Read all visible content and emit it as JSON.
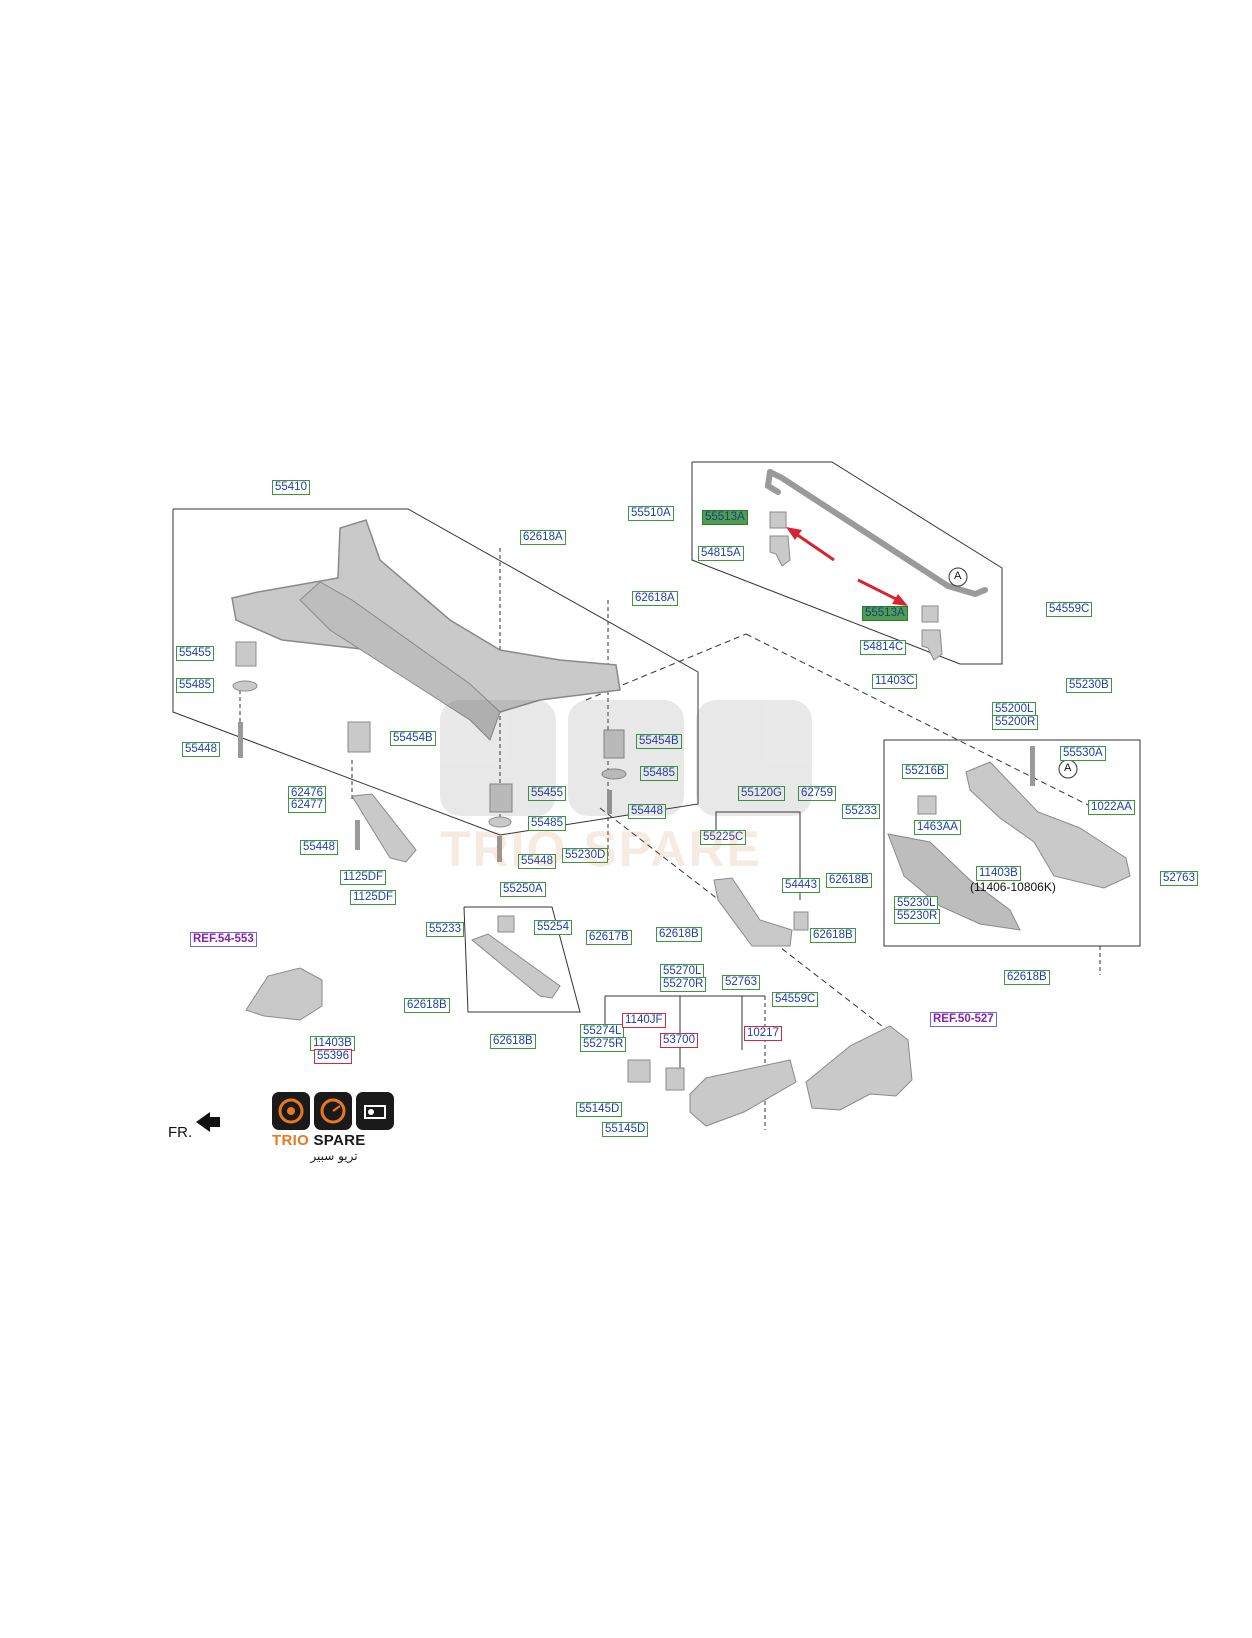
{
  "labels": [
    {
      "id": "55410",
      "text": "55410"
    },
    {
      "id": "55510A",
      "text": "55510A"
    },
    {
      "id": "55513A-1",
      "text": "55513A",
      "hl": true
    },
    {
      "id": "54815A",
      "text": "54815A"
    },
    {
      "id": "55513A-2",
      "text": "55513A",
      "hl": true
    },
    {
      "id": "54814C",
      "text": "54814C"
    },
    {
      "id": "11403C",
      "text": "11403C"
    },
    {
      "id": "54559C-1",
      "text": "54559C"
    },
    {
      "id": "62618A-1",
      "text": "62618A"
    },
    {
      "id": "62618A-2",
      "text": "62618A"
    },
    {
      "id": "55455-1",
      "text": "55455"
    },
    {
      "id": "55485-1",
      "text": "55485"
    },
    {
      "id": "55448-1",
      "text": "55448"
    },
    {
      "id": "55454B-1",
      "text": "55454B"
    },
    {
      "id": "55454B-2",
      "text": "55454B"
    },
    {
      "id": "55485-2",
      "text": "55485"
    },
    {
      "id": "55455-2",
      "text": "55455"
    },
    {
      "id": "55485-3",
      "text": "55485"
    },
    {
      "id": "55448-2",
      "text": "55448"
    },
    {
      "id": "55448-3",
      "text": "55448"
    },
    {
      "id": "55230D",
      "text": "55230D"
    },
    {
      "id": "62476",
      "text": "62476"
    },
    {
      "id": "62477",
      "text": "62477"
    },
    {
      "id": "55448-4",
      "text": "55448"
    },
    {
      "id": "1125DF-1",
      "text": "1125DF"
    },
    {
      "id": "1125DF-2",
      "text": "1125DF"
    },
    {
      "id": "55250A",
      "text": "55250A"
    },
    {
      "id": "55254",
      "text": "55254"
    },
    {
      "id": "55233-1",
      "text": "55233"
    },
    {
      "id": "62617B",
      "text": "62617B"
    },
    {
      "id": "62618B-1",
      "text": "62618B"
    },
    {
      "id": "62618B-2",
      "text": "62618B"
    },
    {
      "id": "REF54",
      "text": "REF.54-553",
      "ref": true
    },
    {
      "id": "11403B-1",
      "text": "11403B"
    },
    {
      "id": "55396",
      "text": "55396",
      "red": true
    },
    {
      "id": "55120G",
      "text": "55120G"
    },
    {
      "id": "62759",
      "text": "62759"
    },
    {
      "id": "55225C",
      "text": "55225C"
    },
    {
      "id": "55233-2",
      "text": "55233"
    },
    {
      "id": "62618B-3",
      "text": "62618B"
    },
    {
      "id": "54443",
      "text": "54443"
    },
    {
      "id": "62618B-4",
      "text": "62618B"
    },
    {
      "id": "62618B-5",
      "text": "62618B"
    },
    {
      "id": "52763-1",
      "text": "52763"
    },
    {
      "id": "55230B",
      "text": "55230B"
    },
    {
      "id": "55200L",
      "text": "55200L"
    },
    {
      "id": "55200R",
      "text": "55200R"
    },
    {
      "id": "55530A",
      "text": "55530A"
    },
    {
      "id": "55216B",
      "text": "55216B"
    },
    {
      "id": "1022AA",
      "text": "1022AA"
    },
    {
      "id": "1463AA",
      "text": "1463AA"
    },
    {
      "id": "11403B-2",
      "text": "11403B"
    },
    {
      "id": "52763-2",
      "text": "52763"
    },
    {
      "id": "55230L",
      "text": "55230L"
    },
    {
      "id": "55230R",
      "text": "55230R"
    },
    {
      "id": "62618B-6",
      "text": "62618B"
    },
    {
      "id": "55270L",
      "text": "55270L"
    },
    {
      "id": "55270R",
      "text": "55270R"
    },
    {
      "id": "54559C-2",
      "text": "54559C"
    },
    {
      "id": "55274L",
      "text": "55274L"
    },
    {
      "id": "55275R",
      "text": "55275R"
    },
    {
      "id": "1140JF",
      "text": "1140JF",
      "red": true
    },
    {
      "id": "53700",
      "text": "53700",
      "red": true
    },
    {
      "id": "10217",
      "text": "10217",
      "red": true
    },
    {
      "id": "REF50",
      "text": "REF.50-527",
      "ref": true
    },
    {
      "id": "55145D-1",
      "text": "55145D"
    },
    {
      "id": "55145D-2",
      "text": "55145D"
    }
  ],
  "texts": {
    "sub_note": "(11406-10806K)",
    "fr": "FR.",
    "circle_a": "A"
  },
  "logo": {
    "brand_a": "TRIO",
    "brand_b": "SPARE",
    "arabic": "تريو سبير"
  },
  "colors": {
    "line": "#333333",
    "part_fill": "#c9c9c9",
    "part_stroke": "#8a8a8a",
    "highlight": "#4f9e4f",
    "arrow": "#d9232e",
    "accent": "#e8771e"
  }
}
